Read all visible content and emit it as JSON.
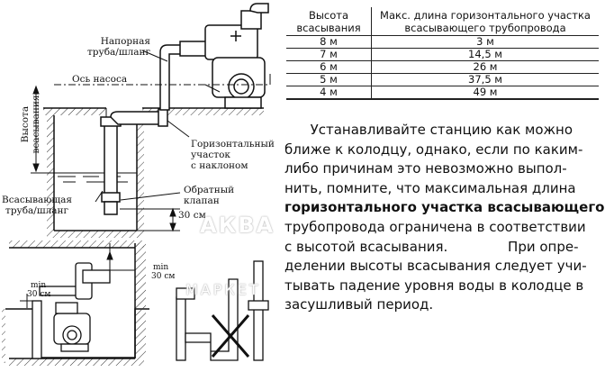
{
  "diagram": {
    "labels": {
      "pressure_pipe": "Напорная\nтруба/шланг",
      "pump_axis": "Ось насоса",
      "suction_height": "Высота\nвсасывания",
      "horizontal_section": "Горизонтальный\nучасток\nс наклоном",
      "check_valve": "Обратный\nклапан",
      "suction_pipe": "Всасывающая\nтруба/шланг",
      "dim_30cm": "30 см",
      "min_label_1": "min",
      "min_30cm_1": "30 см",
      "min_label_2": "min",
      "min_30cm_2": "30 см"
    }
  },
  "table": {
    "headers": [
      "Высота\nвсасывания",
      "Макс. длина горизонтального участка\nвсасывающего трубопровода"
    ],
    "rows": [
      [
        "8 м",
        "3 м"
      ],
      [
        "7 м",
        "14,5 м"
      ],
      [
        "6 м",
        "26 м"
      ],
      [
        "5 м",
        "37,5 м"
      ],
      [
        "4 м",
        "49 м"
      ]
    ]
  },
  "paragraph": {
    "lines": [
      {
        "pre": "      Устанавливайте станцию как можно"
      },
      {
        "pre": "ближе к колодцу, однако, если по каким-"
      },
      {
        "pre": "либо причинам это невозможно выпол-"
      },
      {
        "pre": "нить, помните, что максимальная длина"
      },
      {
        "bold": "горизонтального участка всасывающего"
      },
      {
        "pre": "трубопровода ограничена в соответствии"
      },
      {
        "pre": "с высотой всасывания.              При опре-"
      },
      {
        "pre": "делении высоты всасывания следует учи-"
      },
      {
        "pre": "тывать падение уровня воды в колодце в"
      },
      {
        "pre": "засушливый период."
      }
    ]
  },
  "watermark": {
    "brand": "АКВА",
    "sub": "МАРКЕТ"
  }
}
